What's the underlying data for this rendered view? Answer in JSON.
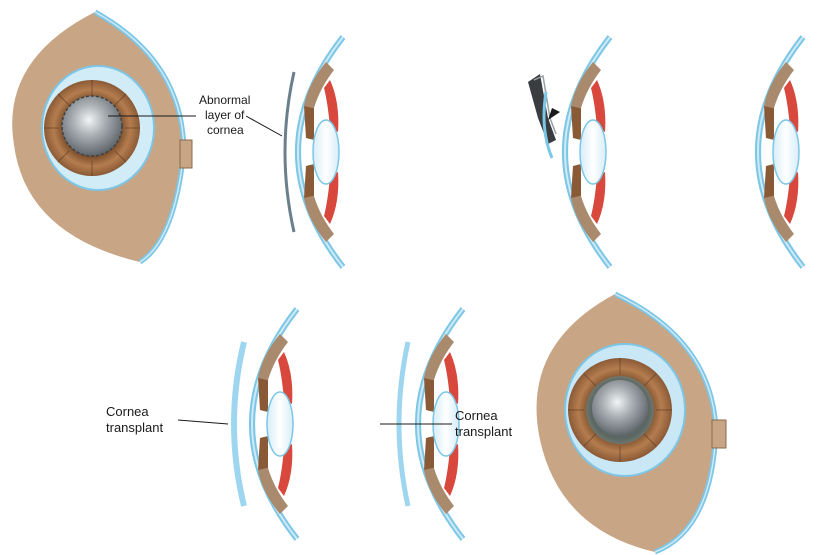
{
  "labels": {
    "abnormal_layer": [
      "Abnormal",
      "layer of",
      "cornea"
    ],
    "transplant_left": [
      "Cornea",
      "transplant"
    ],
    "transplant_right": [
      "Cornea",
      "transplant"
    ]
  },
  "colors": {
    "cornea": "#7cc6e6",
    "cornea_light": "#cfe9f5",
    "sclera": "#a98a6c",
    "iris": "#8a5a36",
    "ciliary_muscle": "#d8483d",
    "lens": "#eaf6fc",
    "pupil": "#8f959a",
    "line": "#1a1a1a"
  },
  "icons": [
    "eyeball-front-icon",
    "eye-cross-section-icon",
    "surgical-instrument-icon",
    "transplanted-cornea-icon"
  ]
}
